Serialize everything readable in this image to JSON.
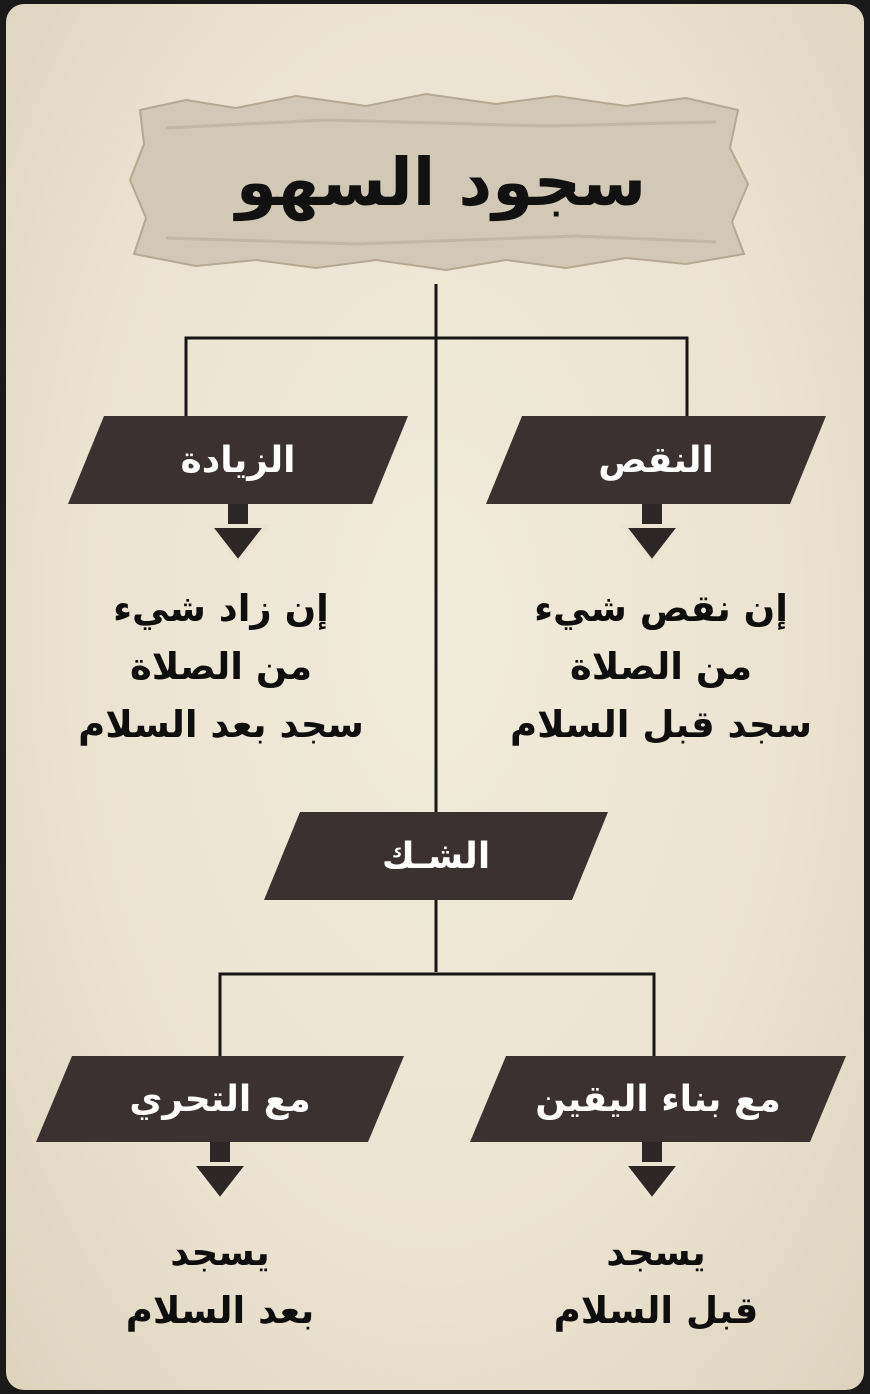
{
  "title": "سجود السهو",
  "branches": {
    "naqs": {
      "label": "النقص",
      "lines": [
        "إن نقص شيء",
        "من الصلاة",
        "سجد قبل السلام"
      ]
    },
    "ziyada": {
      "label": "الزيادة",
      "lines": [
        "إن زاد شيء",
        "من الصلاة",
        "سجد بعد السلام"
      ]
    },
    "shak": {
      "label": "الشـك"
    },
    "yaqin": {
      "label": "مع بناء اليقين",
      "lines": [
        "يسجد",
        "قبل السلام"
      ]
    },
    "tahari": {
      "label": "مع التحري",
      "lines": [
        "يسجد",
        "بعد السلام"
      ]
    }
  },
  "colors": {
    "background": "#ebe3d0",
    "banner": "#3a3130",
    "title_paper": "#d2c8b6",
    "text": "#111111"
  }
}
